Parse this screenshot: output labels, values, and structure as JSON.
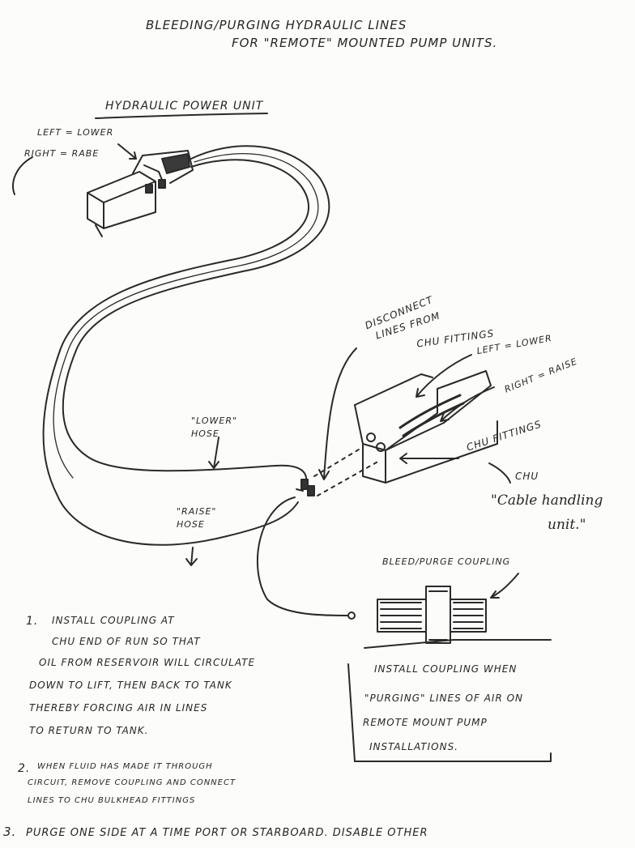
{
  "title": {
    "line1": "Bleeding/Purging hydraulic lines",
    "line2": "For \"Remote\" mounted pump units."
  },
  "hpu": {
    "heading": "Hydraulic Power Unit",
    "left_label": "Left = Lower",
    "right_label": "Right = Rabe"
  },
  "hoses": {
    "lower_label": "\"Lower\" hose",
    "raise_label": "\"Raise\" hose"
  },
  "chu": {
    "disconnect_line1": "Disconnect",
    "disconnect_line2": "lines from",
    "disconnect_line3": "CHU fittings",
    "left_label": "Left = Lower",
    "right_label": "Right = Raise",
    "fittings_label": "CHU fittings",
    "name": "CHU",
    "fullname_line1": "\"Cable handling",
    "fullname_line2": "unit.\""
  },
  "coupling": {
    "label": "Bleed/Purge coupling"
  },
  "note_box": {
    "line1": "Install coupling when",
    "line2": "\"Purging\" lines of air on",
    "line3": "Remote mount pump",
    "line4": "installations."
  },
  "steps": {
    "s1_num": "1.",
    "s1_line1": "Install coupling at",
    "s1_line2": "CHU end of run so that",
    "s1_line3": "oil from reservoir will circulate",
    "s1_line4": "down to lift, then back to tank",
    "s1_line5": "thereby forcing air in lines",
    "s1_line6": "to return to tank.",
    "s2_num": "2.",
    "s2_line1": "When fluid has made it through",
    "s2_line2": "circuit, remove coupling and connect",
    "s2_line3": "lines to CHU bulkhead fittings",
    "s3_num": "3.",
    "s3_line1": "Purge one side at a time  port or starboard. Disable other"
  }
}
